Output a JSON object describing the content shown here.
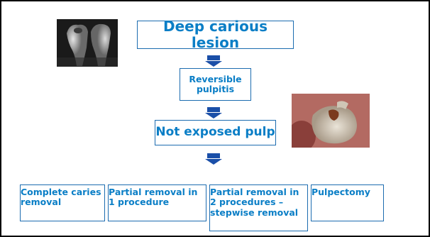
{
  "diagram": {
    "top_box": "Deep carious lesion",
    "second_box_line1": "Reversible",
    "second_box_line2": "pulpitis",
    "third_box": "Not exposed pulp",
    "options": [
      {
        "line1": "Complete caries",
        "line2": "removal",
        "line3": ""
      },
      {
        "line1": "Partial removal in",
        "line2": "1 procedure",
        "line3": ""
      },
      {
        "line1": "Partial removal in",
        "line2": "2 procedures –",
        "line3": "stepwise removal"
      },
      {
        "line1": "Pulpectomy",
        "line2": "",
        "line3": ""
      }
    ]
  },
  "colors": {
    "text": "#0a7ec6",
    "border": "#1c6cb0",
    "arrow_fill": "#1a4fa8"
  },
  "images": {
    "left": "dental x-ray of teeth",
    "right": "clinical photo of carious tooth"
  }
}
